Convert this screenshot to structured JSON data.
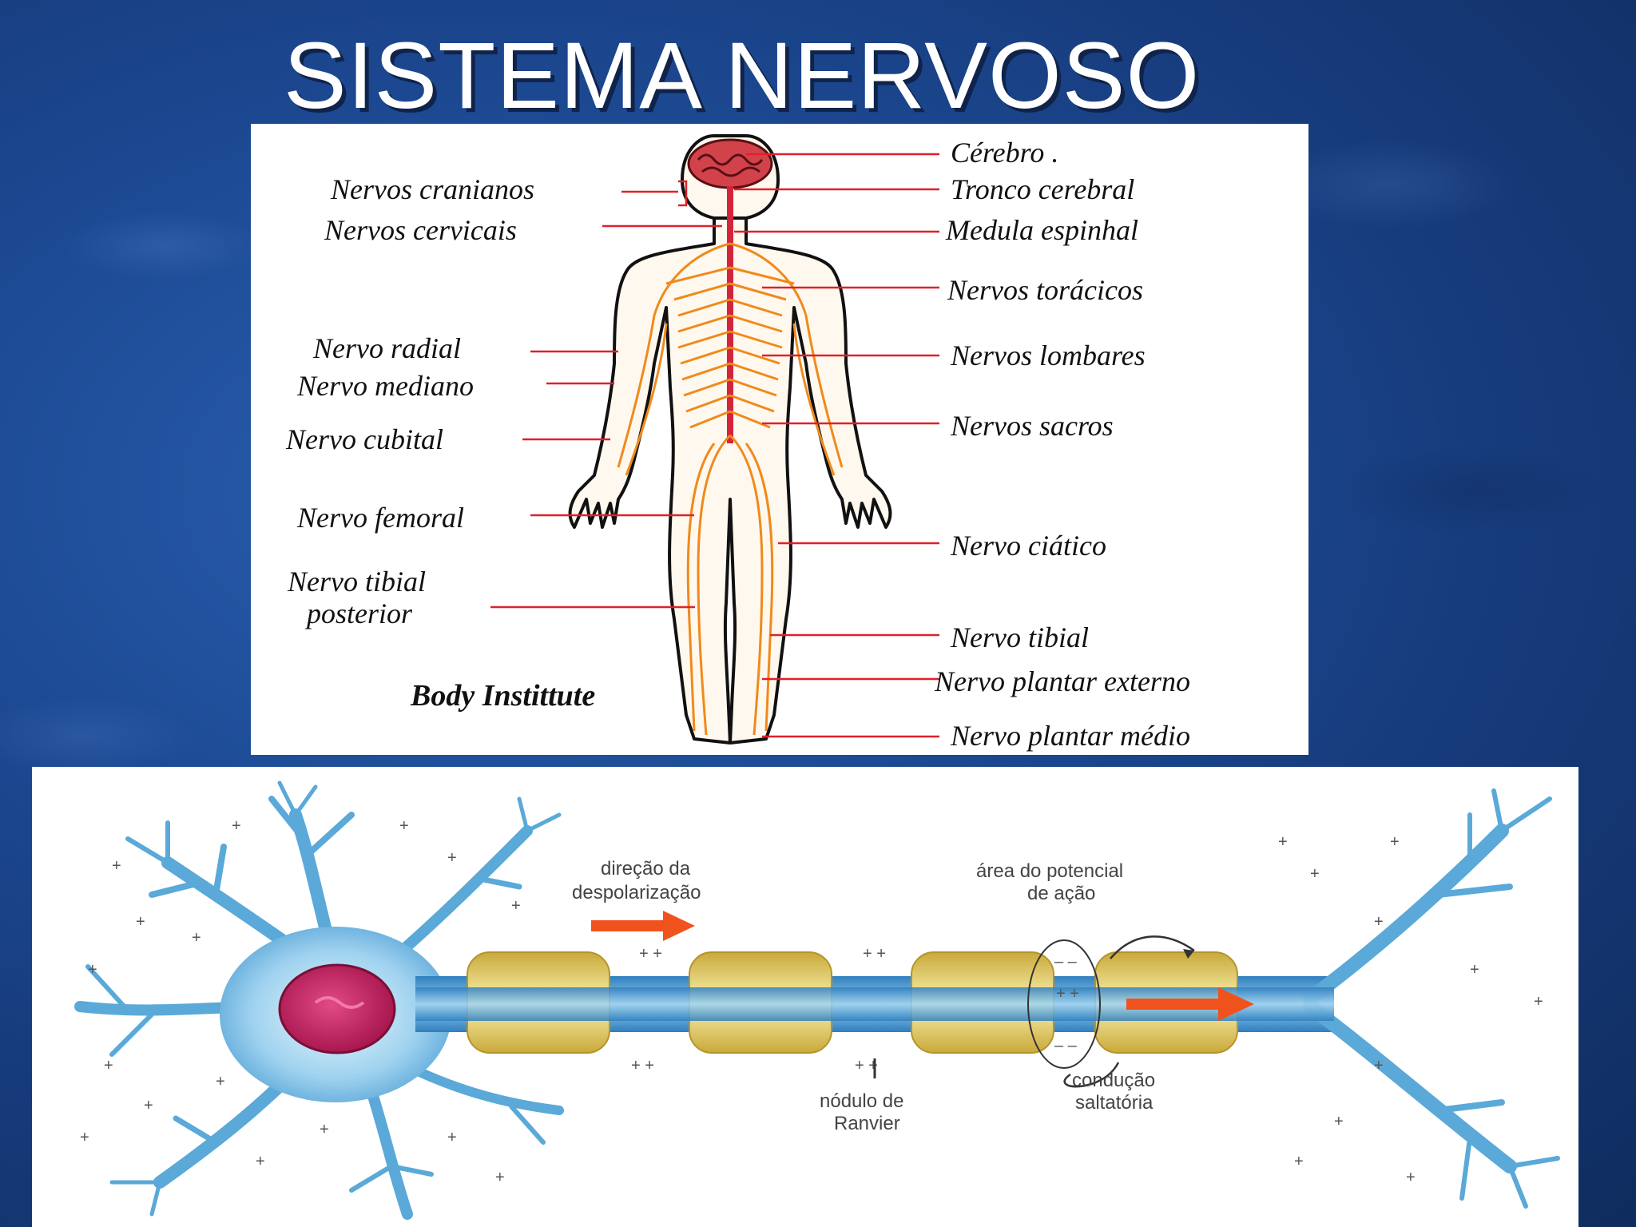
{
  "title": "SISTEMA NERVOSO",
  "body_diagram": {
    "left_labels": [
      "Nervos cranianos",
      "Nervos cervicais",
      "Nervo radial",
      "Nervo mediano",
      "Nervo cubital",
      "Nervo femoral",
      "Nervo tibial",
      "posterior"
    ],
    "right_labels": [
      "Cérebro .",
      "Tronco cerebral",
      "Medula espinhal",
      "Nervos torácicos",
      "Nervos lombares",
      "Nervos sacros",
      "Nervo ciático",
      "Nervo tibial",
      "Nervo plantar externo",
      "Nervo plantar médio"
    ],
    "brand": "Body Instittute",
    "colors": {
      "nerves": "#f08a1c",
      "spine": "#d4243a",
      "brain": "#c8323c",
      "leader_lines": "#e0202a"
    }
  },
  "neuron_diagram": {
    "label_direction_1": "direção da",
    "label_direction_2": "despolarização",
    "label_area_1": "área do potencial",
    "label_area_2": "de ação",
    "label_node_1": "nódulo de",
    "label_node_2": "Ranvier",
    "label_conduction_1": "condução",
    "label_conduction_2": "saltatória",
    "colors": {
      "axon": "#5aa9d8",
      "nucleus": "#c21c5a",
      "myelin": "#e7d35a",
      "arrow": "#f0521e"
    }
  }
}
